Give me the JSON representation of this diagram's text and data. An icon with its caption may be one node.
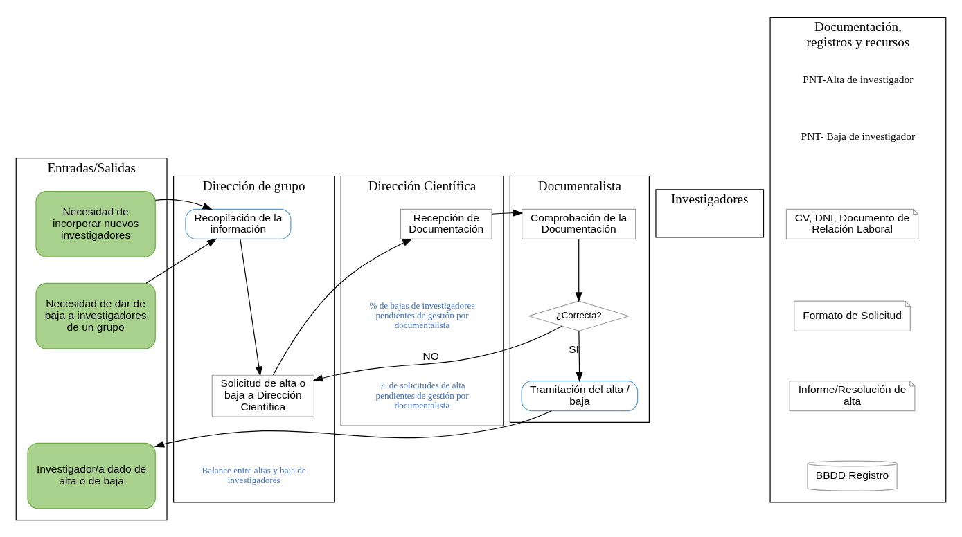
{
  "diagram": {
    "nodes": [
      {
        "text": [
          "Entradas/Salidas"
        ]
      },
      {
        "text": [
          "Dirección de grupo"
        ]
      },
      {
        "text": [
          "Investigadores"
        ]
      },
      {
        "text": [
          "Dirección Científica"
        ]
      },
      {
        "text": [
          "Documentalista"
        ]
      },
      {
        "text": [
          "Documentación, registros y recursos"
        ]
      },
      {
        "text": [
          "Necesidad de incorporar nuevos investigadores"
        ],
        "in": 0
      },
      {
        "text": [
          "Necesidad de dar de baja a investigadores de un grupo"
        ],
        "in": 0
      },
      {
        "text": [
          "Investigador/a dado de alta o de baja"
        ],
        "in": 0
      },
      {
        "text": [
          "Recopilación de la información"
        ],
        "in": 1
      },
      {
        "text": [
          "Solicitud de alta o baja a Dirección Científica"
        ],
        "in": 1
      },
      {
        "text": [
          "Recepción de Documentación"
        ],
        "in": 3
      },
      {
        "text": [
          "Comprobación de la Documentación"
        ],
        "in": 4
      },
      {
        "text": [
          "¿Correcta?"
        ],
        "in": 4
      },
      {
        "text": [
          "Tramitación del alta / baja"
        ],
        "in": 4
      },
      {
        "text": [
          "CV, DNI, Documento de Relación Laboral"
        ],
        "in": 5
      },
      {
        "text": [
          "Formato de Solicitud"
        ],
        "in": 5
      },
      {
        "text": [
          "Informe/Resolución de alta"
        ],
        "in": 5
      },
      {
        "text": [
          "BBDD Registro"
        ],
        "in": 5
      }
    ],
    "edges": [
      {
        "from": 6,
        "to": 9,
        "arrow": "to"
      },
      {
        "from": 7,
        "to": 9,
        "arrow": "to"
      },
      {
        "from": 9,
        "to": 10,
        "arrow": "to"
      },
      {
        "from": 10,
        "to": 11,
        "arrow": "to"
      },
      {
        "from": 11,
        "to": 12,
        "arrow": "to"
      },
      {
        "from": 12,
        "to": 13,
        "arrow": "to"
      },
      {
        "from": 13,
        "to": 10,
        "arrow": "to",
        "label": "NO"
      },
      {
        "from": 13,
        "to": 14,
        "arrow": "to",
        "label": "SI"
      },
      {
        "from": 14,
        "to": 8,
        "arrow": "to"
      }
    ],
    "labels": [
      "PNT-Alta de investigador",
      "PNT- Baja de investigador",
      "% de bajas de investigadores pendientes de gestión por documentalista",
      "Balance entre altas y baja de investigadores",
      "% de solicitudes de alta pendientes de gestión por documentalista"
    ]
  }
}
